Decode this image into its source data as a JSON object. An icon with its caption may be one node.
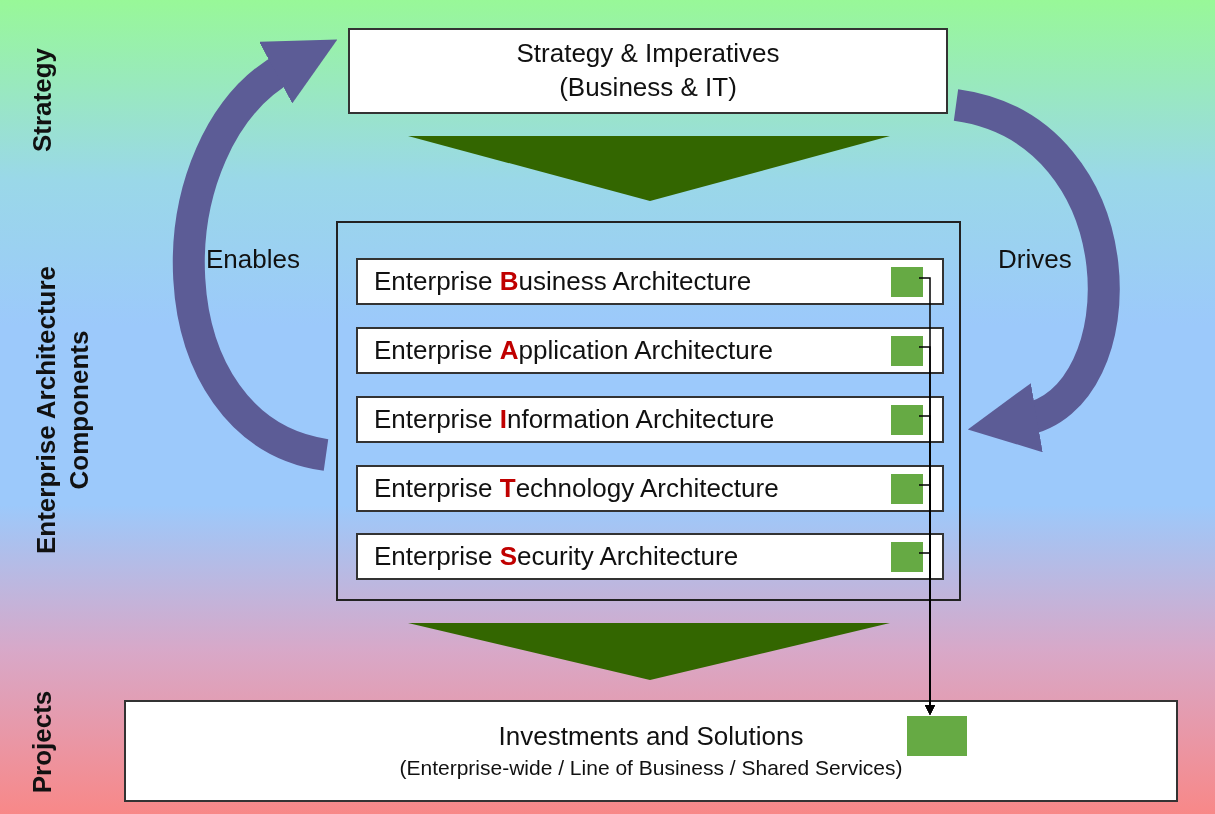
{
  "diagram": {
    "nodes": [
      {
        "text": [
          "Strategy & Imperatives (Business & IT)"
        ]
      },
      {
        "text": [],
        "shape": "box"
      },
      {
        "text": [
          "Enterprise **B**usiness Architecture"
        ],
        "in": 1
      },
      {
        "text": [],
        "shape": "box",
        "in": 2
      },
      {
        "text": [
          "Enterprise **A**pplication Architecture"
        ],
        "in": 1
      },
      {
        "text": [],
        "shape": "box",
        "in": 4
      },
      {
        "text": [
          "Enterprise **I**nformation Architecture"
        ],
        "in": 1
      },
      {
        "text": [],
        "shape": "box",
        "in": 6
      },
      {
        "text": [
          "Enterprise **T**echnology Architecture"
        ],
        "in": 1
      },
      {
        "text": [],
        "shape": "box",
        "in": 8
      },
      {
        "text": [
          "Enterprise **S**ecurity Architecture"
        ],
        "in": 1
      },
      {
        "text": [],
        "shape": "box",
        "in": 10
      },
      {
        "text": [
          "Investments and Solutions",
          "(Enterprise-wide / Line of Business / Shared Services)"
        ]
      },
      {
        "text": [],
        "shape": "box",
        "in": 12
      }
    ],
    "edges": [
      {
        "from": 0,
        "to": 1,
        "arrow": "to",
        "color": "#336600"
      },
      {
        "from": 1,
        "to": 12,
        "arrow": "to",
        "color": "#336600"
      },
      {
        "from": 1,
        "to": 0,
        "arrow": "to",
        "label": "Enables",
        "style": "thick",
        "color": "#5c5c96"
      },
      {
        "from": 0,
        "to": 1,
        "arrow": "to",
        "label": "Drives",
        "style": "thick",
        "color": "#5c5c96"
      },
      {
        "from": 3,
        "to": 13,
        "arrow": "to"
      },
      {
        "from": 5,
        "to": 13,
        "arrow": "to"
      },
      {
        "from": 7,
        "to": 13,
        "arrow": "to"
      },
      {
        "from": 9,
        "to": 13,
        "arrow": "to"
      },
      {
        "from": 11,
        "to": 13,
        "arrow": "to"
      }
    ],
    "labels": [
      "Strategy",
      "Enterprise Architecture Components",
      "Projects"
    ]
  }
}
